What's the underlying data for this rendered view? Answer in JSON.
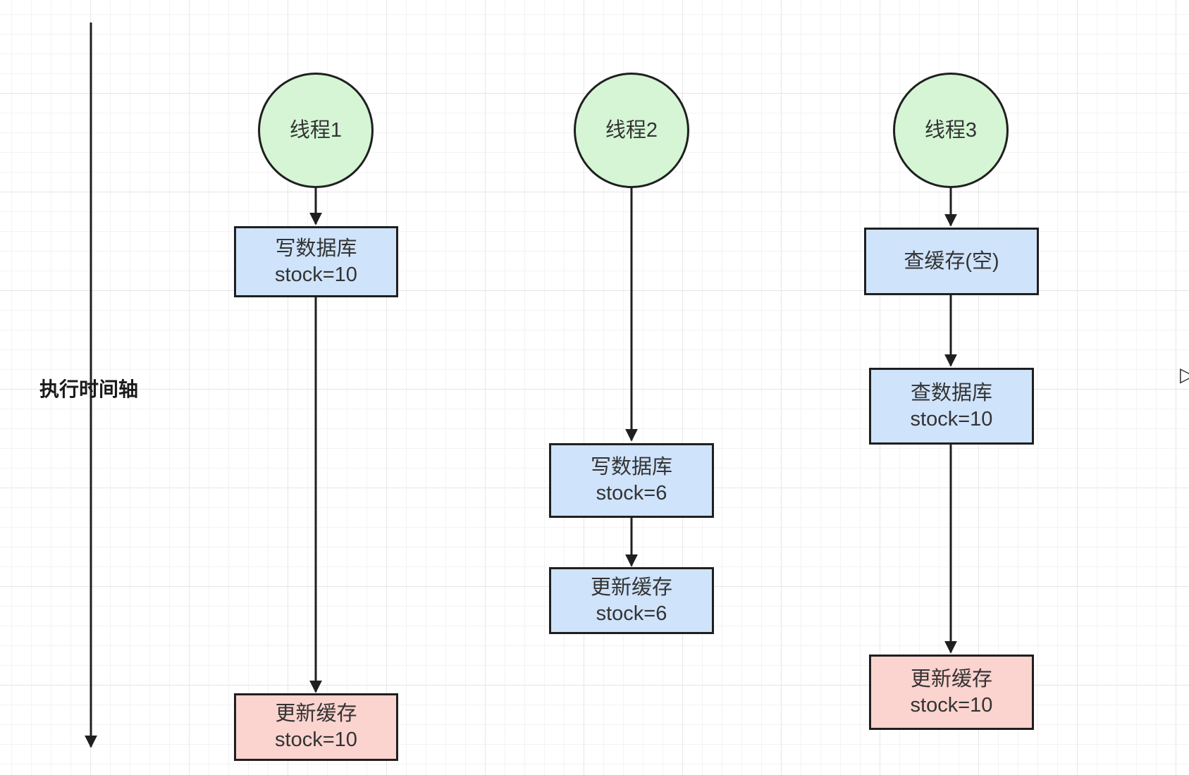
{
  "axis": {
    "label": "执行时间轴"
  },
  "threads": [
    {
      "name": "线程1",
      "steps": [
        {
          "line1": "写数据库",
          "line2": "stock=10",
          "style": "blue"
        },
        {
          "line1": "更新缓存",
          "line2": "stock=10",
          "style": "red"
        }
      ]
    },
    {
      "name": "线程2",
      "steps": [
        {
          "line1": "写数据库",
          "line2": "stock=6",
          "style": "blue"
        },
        {
          "line1": "更新缓存",
          "line2": "stock=6",
          "style": "blue"
        }
      ]
    },
    {
      "name": "线程3",
      "steps": [
        {
          "line1": "查缓存(空)",
          "line2": "",
          "style": "blue"
        },
        {
          "line1": "查数据库",
          "line2": "stock=10",
          "style": "blue"
        },
        {
          "line1": "更新缓存",
          "line2": "stock=10",
          "style": "red"
        }
      ]
    }
  ],
  "colors": {
    "thread_fill": "#d5f5d5",
    "step_fill": "#cfe3fb",
    "highlight_fill": "#fbd3cf",
    "stroke": "#1f1f1f"
  }
}
